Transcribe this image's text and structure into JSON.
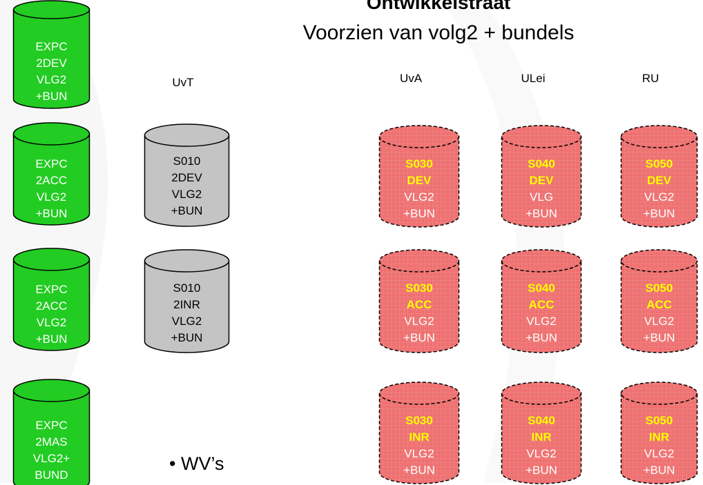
{
  "title": "Ontwikkelstraat",
  "subtitle": "Voorzien van volg2 + bundels",
  "columns": {
    "uvt": "UvT",
    "uva": "UvA",
    "ulei": "ULei",
    "ru": "RU"
  },
  "green_cylinders": [
    {
      "lines": [
        "EXPC",
        "2DEV",
        "VLG2",
        "+BUN"
      ]
    },
    {
      "lines": [
        "EXPC",
        "2ACC",
        "VLG2",
        "+BUN"
      ]
    },
    {
      "lines": [
        "EXPC",
        "2ACC",
        "VLG2",
        "+BUN"
      ]
    },
    {
      "lines": [
        "EXPC",
        "2MAS",
        "VLG2+",
        "BUND"
      ]
    }
  ],
  "gray_cylinders": [
    {
      "lines": [
        "S010",
        "2DEV",
        "VLG2",
        "+BUN"
      ]
    },
    {
      "lines": [
        "S010",
        "2INR",
        "VLG2",
        "+BUN"
      ]
    }
  ],
  "red_cylinders": [
    {
      "lines": [
        "S030",
        "DEV",
        "VLG2",
        "+BUN"
      ]
    },
    {
      "lines": [
        "S040",
        "DEV",
        "VLG",
        "+BUN"
      ]
    },
    {
      "lines": [
        "S050",
        "DEV",
        "VLG2",
        "+BUN"
      ]
    },
    {
      "lines": [
        "S030",
        "ACC",
        "VLG2",
        "+BUN"
      ]
    },
    {
      "lines": [
        "S040",
        "ACC",
        "VLG2",
        "+BUN"
      ]
    },
    {
      "lines": [
        "S050",
        "ACC",
        "VLG2",
        "+BUN"
      ]
    },
    {
      "lines": [
        "S030",
        "INR",
        "VLG2",
        "+BUN"
      ]
    },
    {
      "lines": [
        "S040",
        "INR",
        "VLG2",
        "+BUN"
      ]
    },
    {
      "lines": [
        "S050",
        "INR",
        "VLG2",
        "+BUN"
      ]
    }
  ],
  "bullet_text": "• WV’s",
  "colors": {
    "green_fill": "#22cc22",
    "gray_fill": "#c4c4c4",
    "red_fill": "#f26666",
    "highlight": "#ffff00"
  }
}
